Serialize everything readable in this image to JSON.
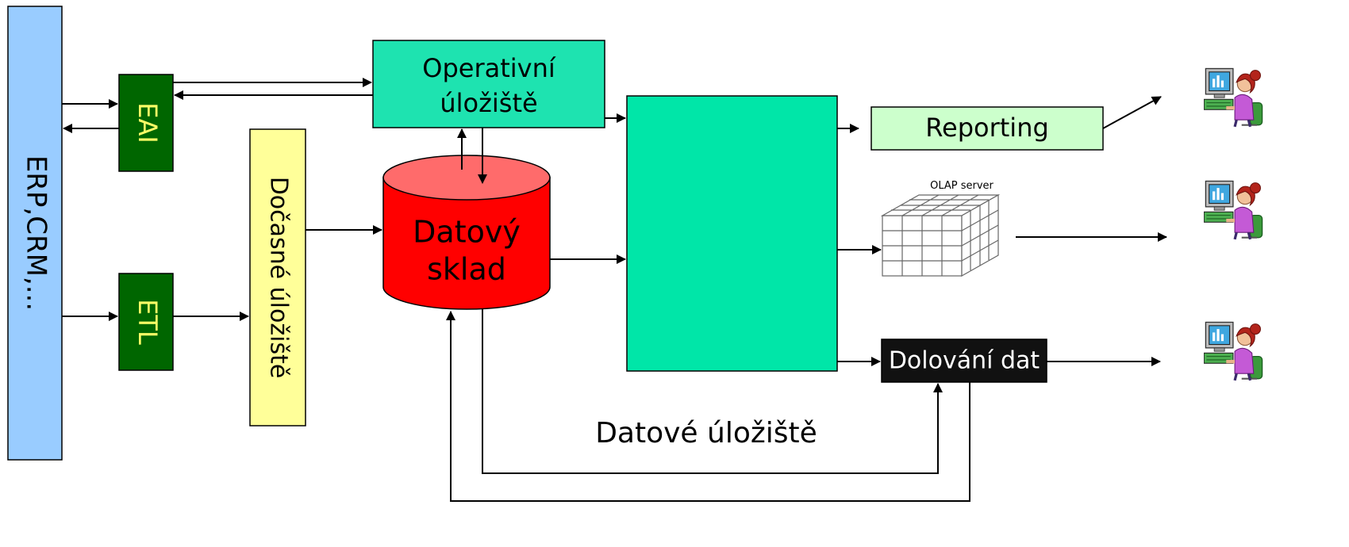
{
  "nodes": {
    "source": "ERP,CRM,...",
    "eai": "EAI",
    "etl": "ETL",
    "staging": "Dočasné úložiště",
    "ods_line1": "Operativní",
    "ods_line2": "úložiště",
    "dw_line1": "Datový",
    "dw_line2": "sklad",
    "data_store": "Datové úložiště",
    "reporting": "Reporting",
    "olap": "OLAP server",
    "mining": "Dolování dat"
  },
  "colors": {
    "source": "#99ccff",
    "integration": "#006600",
    "integration_text": "#ffff66",
    "staging": "#ffff99",
    "ods": "#1ee3b0",
    "warehouse": "#ff0000",
    "warehouse_top": "#ff6666",
    "data_store": "#00e6a8",
    "reporting": "#ccffcc",
    "mining": "#111111"
  },
  "icons": [
    "user-at-computer-icon",
    "user-at-computer-icon",
    "user-at-computer-icon",
    "olap-cube-icon"
  ]
}
